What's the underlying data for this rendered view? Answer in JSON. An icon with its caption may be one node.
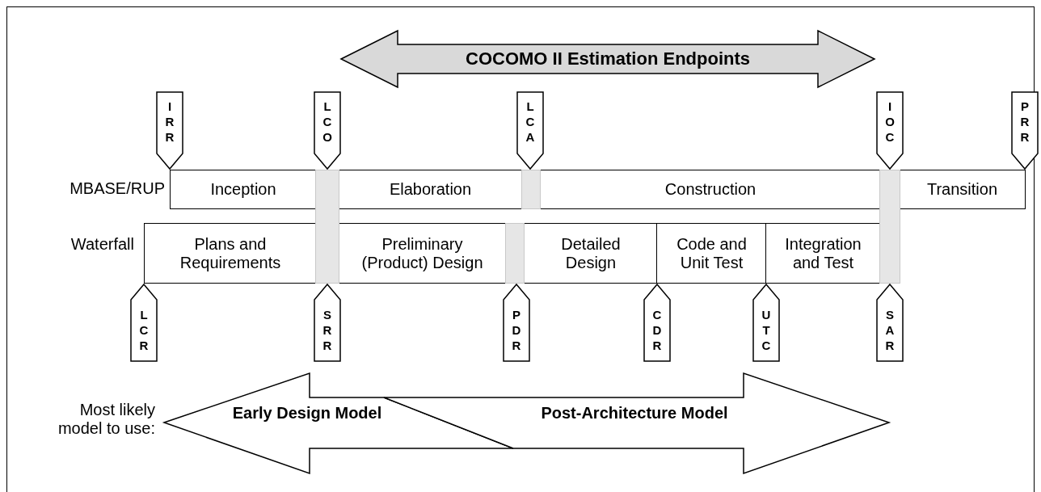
{
  "diagram": {
    "nodes": [
      {
        "text": [
          "COCOMO II Estimation Endpoints"
        ]
      },
      {
        "text": [
          "IRR"
        ]
      },
      {
        "text": [
          "LCO"
        ]
      },
      {
        "text": [
          "LCA"
        ]
      },
      {
        "text": [
          "IOC"
        ]
      },
      {
        "text": [
          "PRR"
        ]
      },
      {
        "text": [
          "Inception"
        ]
      },
      {
        "text": [
          "Elaboration"
        ]
      },
      {
        "text": [
          "Construction"
        ]
      },
      {
        "text": [
          "Transition"
        ]
      },
      {
        "text": [
          "Plans and Requirements"
        ]
      },
      {
        "text": [
          "Preliminary (Product) Design"
        ]
      },
      {
        "text": [
          "Detailed Design"
        ]
      },
      {
        "text": [
          "Code and Unit Test"
        ]
      },
      {
        "text": [
          "Integration and Test"
        ]
      },
      {
        "text": [
          "LCR"
        ]
      },
      {
        "text": [
          "SRR"
        ]
      },
      {
        "text": [
          "PDR"
        ]
      },
      {
        "text": [
          "CDR"
        ]
      },
      {
        "text": [
          "UTC"
        ]
      },
      {
        "text": [
          "SAR"
        ]
      },
      {
        "text": [
          "Early Design Model"
        ]
      },
      {
        "text": [
          "Post-Architecture Model"
        ]
      },
      {
        "text": [],
        "shape": "bar"
      },
      {
        "text": [],
        "shape": "bar"
      },
      {
        "text": [],
        "shape": "bar"
      },
      {
        "text": [],
        "shape": "bar"
      }
    ],
    "labels": [
      "MBASE/RUP",
      "Waterfall",
      "Most likely model to use:"
    ]
  }
}
